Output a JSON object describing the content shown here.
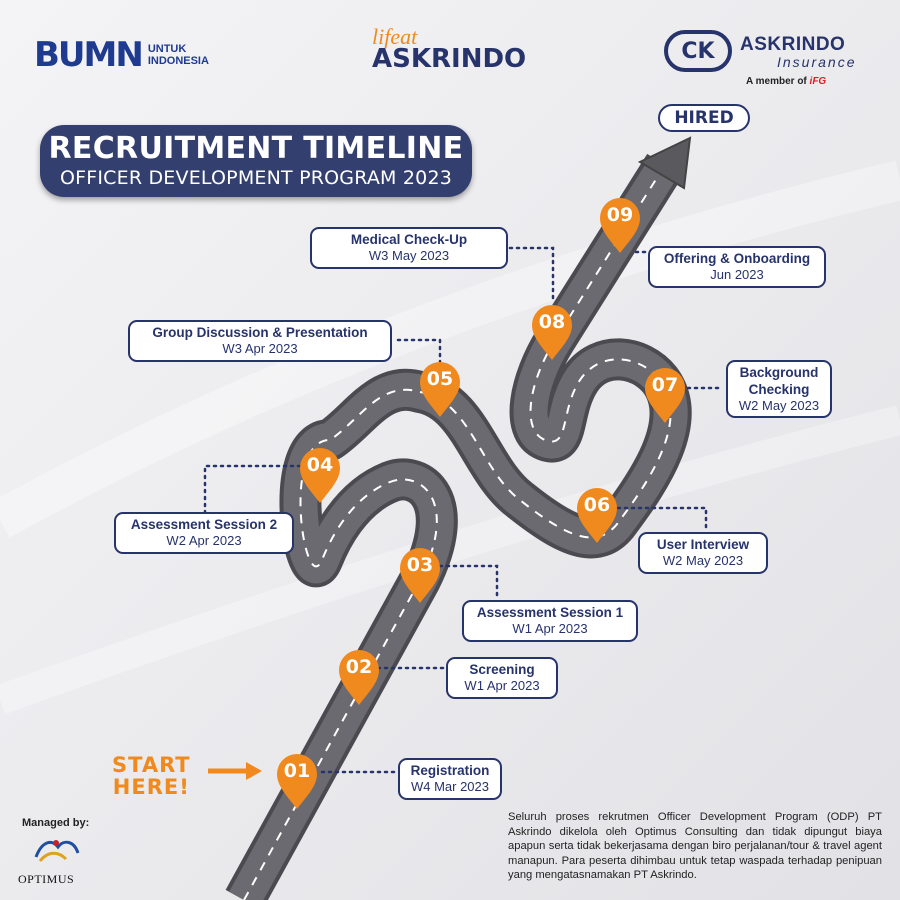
{
  "logos": {
    "bumn_mark": "BUMN",
    "bumn_sub_line1": "UNTUK",
    "bumn_sub_line2": "INDONESIA",
    "life_top": "lifeat",
    "life_bottom": "ASKRINDO",
    "askrindo_badge": "CK",
    "askrindo_name": "ASKRINDO",
    "askrindo_insurance": "Insurance",
    "member_prefix": "A member of",
    "member_brand": "iFG"
  },
  "title": {
    "line1": "RECRUITMENT TIMELINE",
    "line2": "OFFICER DEVELOPMENT PROGRAM 2023"
  },
  "hired_label": "HIRED",
  "start": {
    "line1": "START",
    "line2": "HERE!"
  },
  "steps": [
    {
      "num": "01",
      "title": "Registration",
      "date": "W4 Mar 2023"
    },
    {
      "num": "02",
      "title": "Screening",
      "date": "W1 Apr 2023"
    },
    {
      "num": "03",
      "title": "Assessment Session 1",
      "date": "W1 Apr 2023"
    },
    {
      "num": "04",
      "title": "Assessment Session 2",
      "date": "W2 Apr 2023"
    },
    {
      "num": "05",
      "title": "Group Discussion & Presentation",
      "date": "W3 Apr 2023"
    },
    {
      "num": "06",
      "title": "User Interview",
      "date": "W2 May 2023"
    },
    {
      "num": "07",
      "title": "Background Checking",
      "date": "W2 May 2023"
    },
    {
      "num": "08",
      "title": "Medical Check-Up",
      "date": "W3 May 2023"
    },
    {
      "num": "09",
      "title": "Offering & Onboarding",
      "date": "Jun 2023"
    }
  ],
  "managed_by": "Managed by:",
  "optimus_name": "OPTIMUS",
  "disclaimer": "Seluruh proses rekrutmen Officer Development Program (ODP) PT Askrindo dikelola oleh Optimus Consulting dan tidak dipungut biaya apapun serta tidak bekerjasama dengan biro perjalanan/tour & travel agent manapun. Para peserta dihimbau untuk tetap waspada terhadap penipuan yang mengatasnamakan PT Askrindo.",
  "colors": {
    "navy": "#27336b",
    "orange": "#f0891e",
    "road": "#5a5a5e",
    "background": "#ececee"
  }
}
